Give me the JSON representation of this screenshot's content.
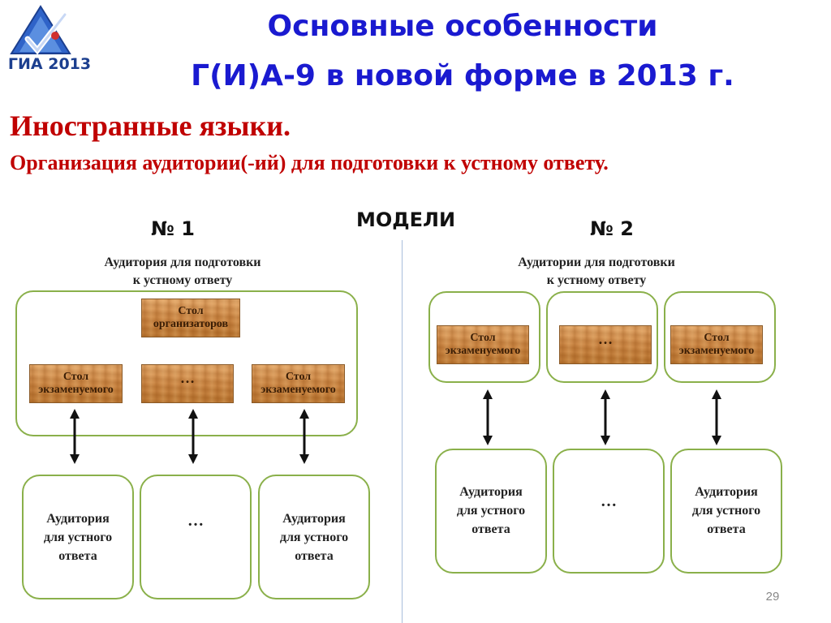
{
  "logo": {
    "text": "ГИА 2013"
  },
  "header": {
    "title_line1": "Основные особенности",
    "title_line2": "Г(И)А-9 в новой форме в 2013 г."
  },
  "subject": "Иностранные языки.",
  "description": "Организация аудитории(-ий) для подготовки к устному ответу.",
  "models_label": "МОДЕЛИ",
  "model1": {
    "number": "№ 1",
    "caption_line1": "Аудитория для подготовки",
    "caption_line2": "к устному ответу",
    "organizer_table": "Стол организаторов",
    "exam_table": "Стол экзаменуемого",
    "ellipsis": "…",
    "answer_room": "Аудитория для устного ответа"
  },
  "model2": {
    "number": "№ 2",
    "caption_line1": "Аудитории для подготовки",
    "caption_line2": "к устному ответу",
    "exam_table": "Стол экзаменуемого",
    "ellipsis": "…",
    "answer_room": "Аудитория для устного ответа"
  },
  "page_number": "29",
  "colors": {
    "title": "#1a1ad0",
    "subject": "#c00000",
    "box_border": "#8ab04a",
    "wood": "#c98442",
    "divider": "#a9bedc"
  }
}
